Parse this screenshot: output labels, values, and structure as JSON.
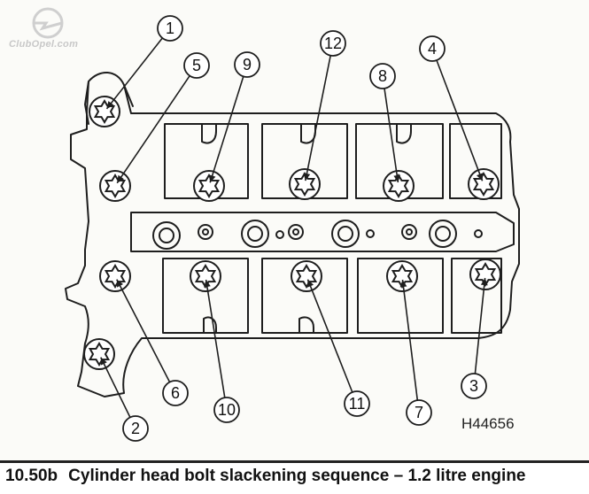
{
  "watermark": {
    "text": "ClubOpel.com"
  },
  "figure": {
    "reference_code": "H44656",
    "bolt_labels": [
      "1",
      "2",
      "3",
      "4",
      "5",
      "6",
      "7",
      "8",
      "9",
      "10",
      "11",
      "12"
    ]
  },
  "caption": {
    "number": "10.50b",
    "text": "Cylinder head bolt slackening sequence – 1.2 litre engine"
  },
  "colors": {
    "line": "#1e1e1e",
    "paper": "#fbfbf8",
    "caption_text": "#111111"
  }
}
